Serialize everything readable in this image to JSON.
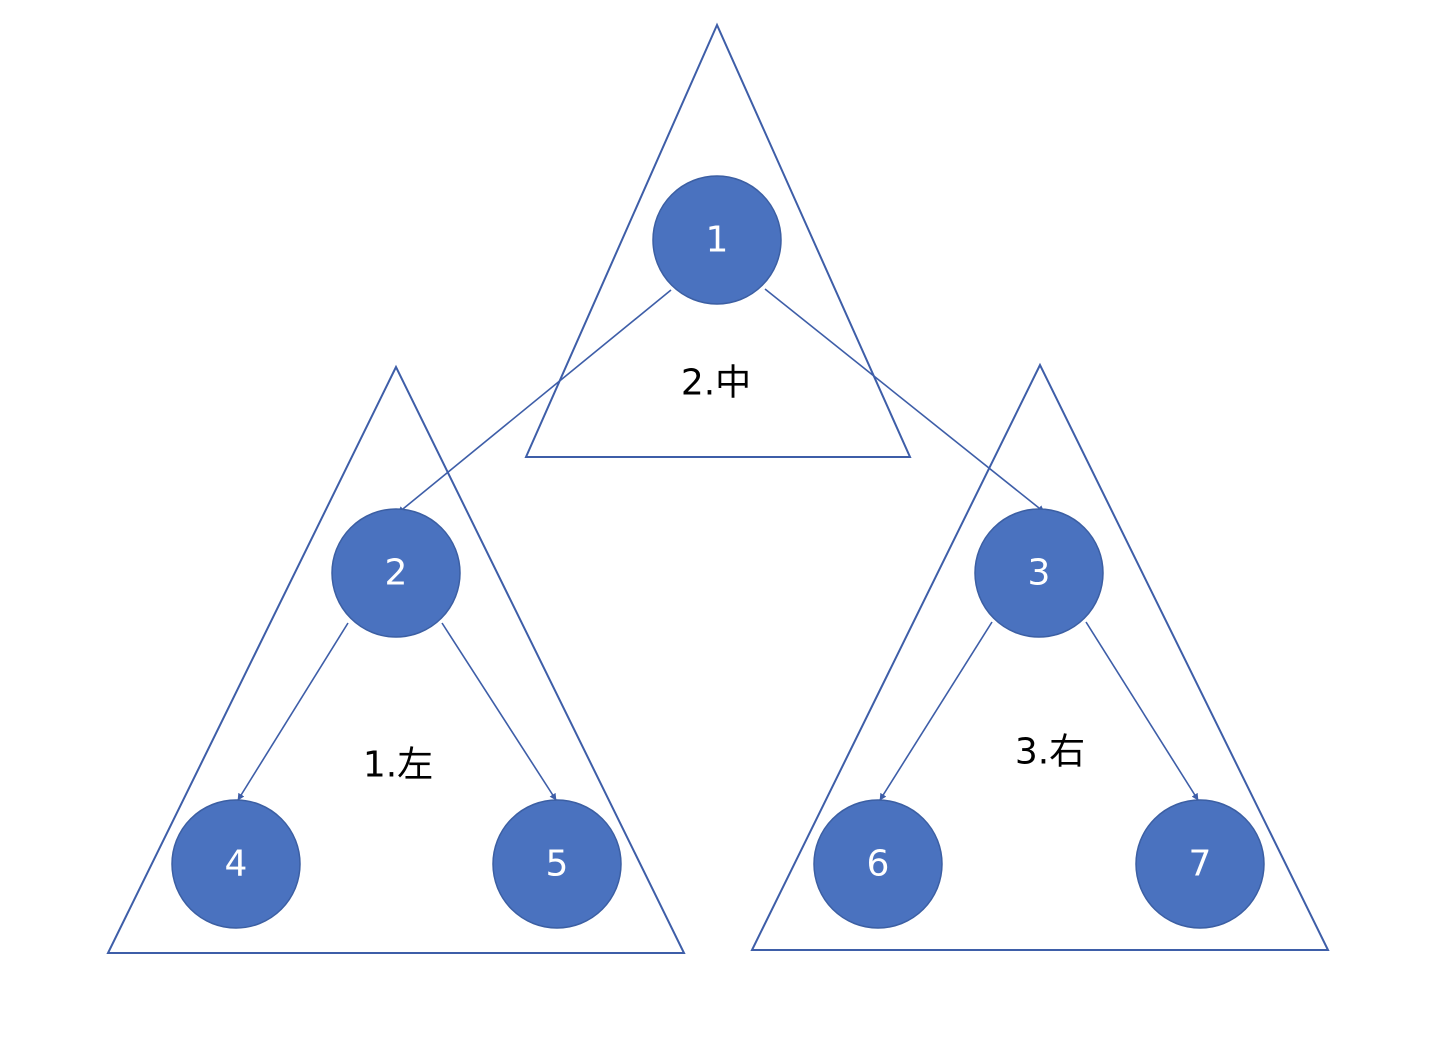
{
  "colors": {
    "node_fill": "#4a72bf",
    "node_stroke": "#3c5fa3",
    "line": "#3e5ea8",
    "label": "#000000"
  },
  "nodes": {
    "n1": "1",
    "n2": "2",
    "n3": "3",
    "n4": "4",
    "n5": "5",
    "n6": "6",
    "n7": "7"
  },
  "regions": {
    "middle": "2.中",
    "left": "1.左",
    "right": "3.右"
  }
}
